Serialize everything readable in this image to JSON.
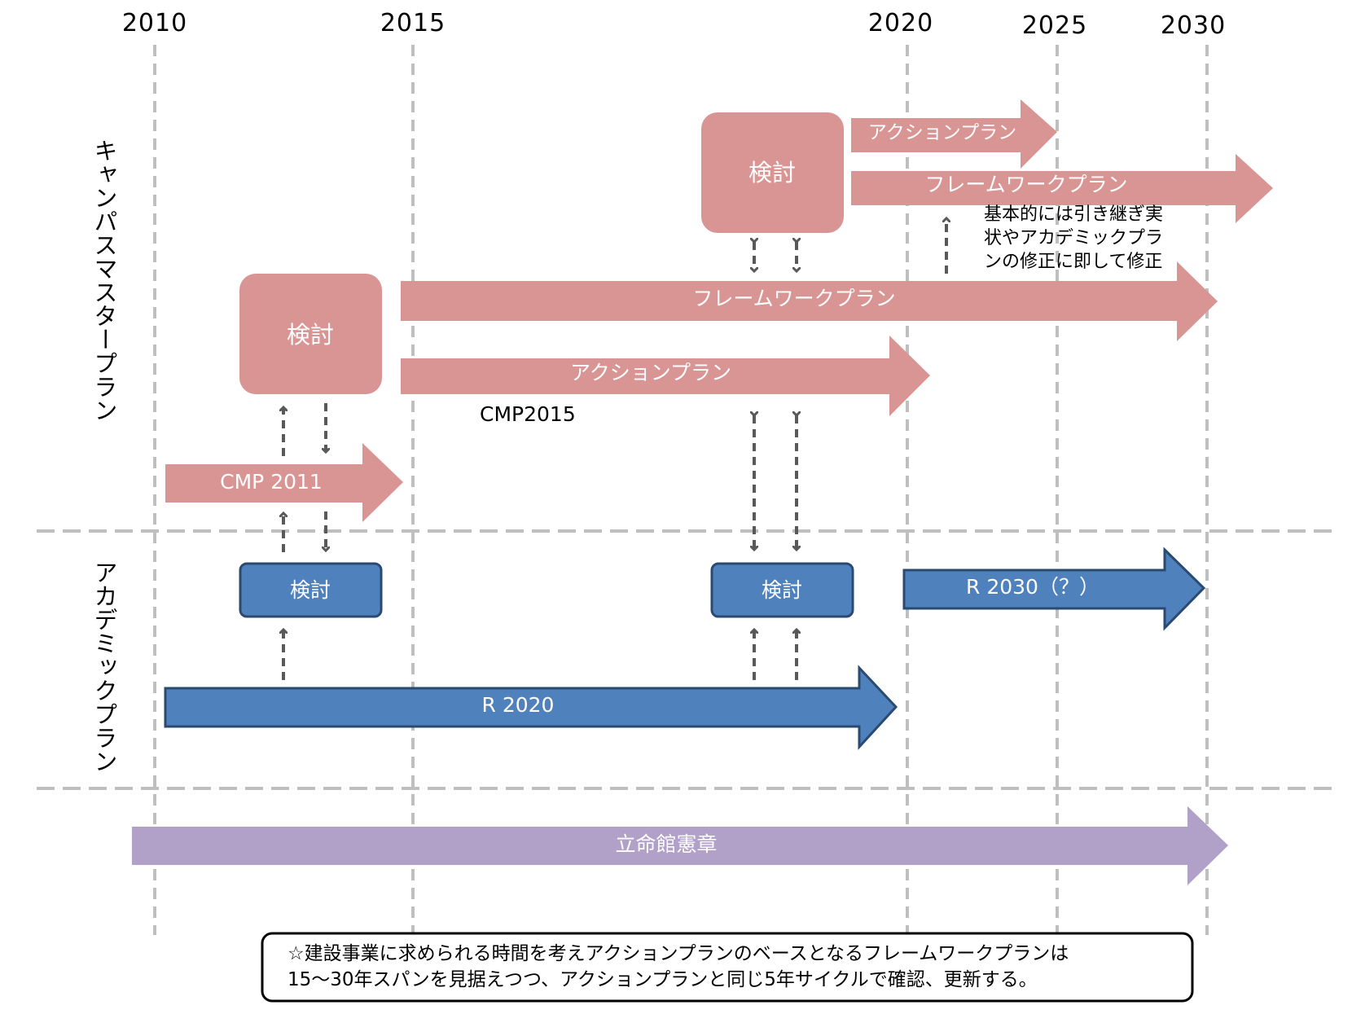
{
  "years": [
    "2010",
    "2015",
    "2020",
    "2025",
    "2030"
  ],
  "sections": {
    "campus_master_plan": "キャンパスマスタープラン",
    "academic_plan": "アカデミックプラン"
  },
  "campus": {
    "review_box_1": "検討",
    "review_box_2": "検討",
    "cmp2011": "CMP 2011",
    "framework_plan_1": "フレームワークプラン",
    "action_plan_1": "アクションプラン",
    "cmp2015_label": "CMP2015",
    "action_plan_2": "アクションプラン",
    "framework_plan_2": "フレームワークプラン",
    "note_lines": [
      "基本的には引き継ぎ実",
      "状やアカデミックプラ",
      "ンの修正に即して修正"
    ]
  },
  "academic": {
    "review_box_1": "検討",
    "review_box_2": "検討",
    "r2020": "R 2020",
    "r2030": "R 2030（？）"
  },
  "charter": "立命館憲章",
  "footer": {
    "line1": "☆建設事業に求められる時間を考えアクションプランのベースとなるフレームワークプランは",
    "line2": "15～30年スパンを見据えつつ、アクションプランと同じ5年サイクルで確認、更新する。"
  },
  "colors": {
    "campus_pink": "#d99594",
    "academic_blue": "#4f81bd",
    "academic_border": "#2a4a72",
    "charter_purple": "#b1a0c7",
    "grid_gray": "#bfbfbf",
    "dashed_arrow": "#595959"
  }
}
